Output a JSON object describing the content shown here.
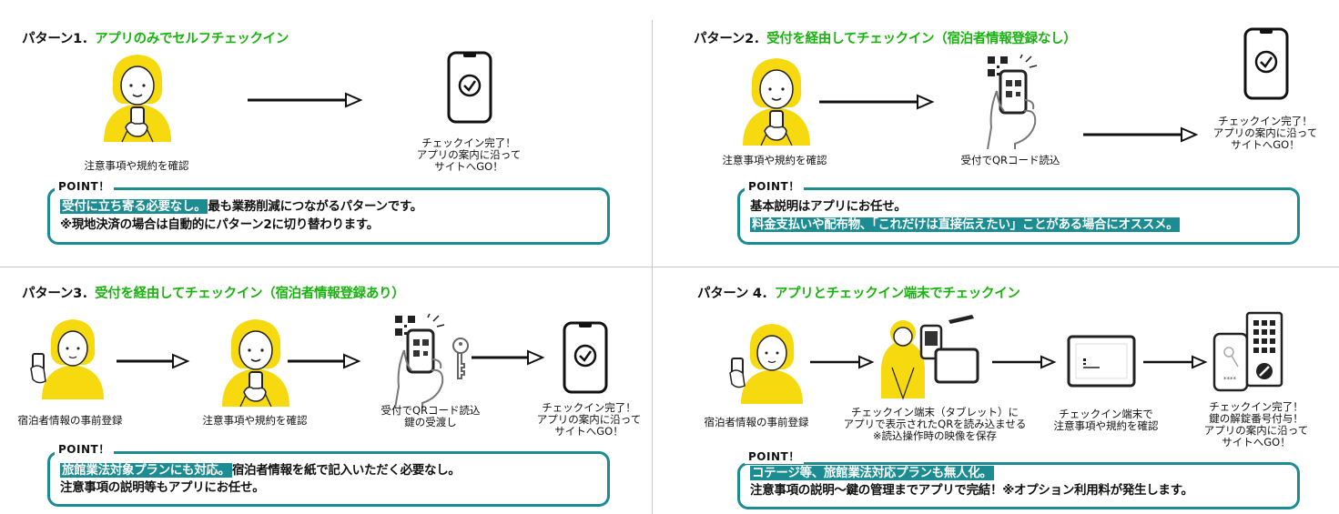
{
  "p1": {
    "num": "パターン1．",
    "title": "アプリのみでセルフチェックイン",
    "step1": "注意事項や規約を確認",
    "step2": "チェックイン完了！\nアプリの案内に沿って\nサイトへGO！",
    "point": "POINT！",
    "line1_hl": "受付に立ち寄る必要なし。",
    "line1_rest": "最も業務削減につながるパターンです。",
    "line2": "※現地決済の場合は自動的にパターン2に切り替わります。"
  },
  "p2": {
    "num": "パターン2．",
    "title": "受付を経由してチェックイン（宿泊者情報登録なし）",
    "step1": "注意事項や規約を確認",
    "step2": "受付でQRコード読込",
    "step3": "チェックイン完了！\nアプリの案内に沿って\nサイトへGO！",
    "point": "POINT！",
    "line1": "基本説明はアプリにお任せ。",
    "line2_hl": "料金支払いや配布物、「これだけは直接伝えたい」ことがある場合にオススメ。"
  },
  "p3": {
    "num": "パターン3．",
    "title": "受付を経由してチェックイン（宿泊者情報登録あり）",
    "step1": "宿泊者情報の事前登録",
    "step2": "注意事項や規約を確認",
    "step3": "受付でQRコード読込\n鍵の受渡し",
    "step4": "チェックイン完了！\nアプリの案内に沿って\nサイトへGO！",
    "point": "POINT！",
    "line1_hl": "旅館業法対象プランにも対応。",
    "line1_rest": "宿泊者情報を紙で記入いただく必要なし。",
    "line2": "注意事項の説明等もアプリにお任せ。"
  },
  "p4": {
    "num": "パターン 4．",
    "title": "アプリとチェックイン端末でチェックイン",
    "step1": "宿泊者情報の事前登録",
    "step2": "チェックイン端末（タブレット）に\nアプリで表示されたQRを読み込ませる\n※読込操作時の映像を保存",
    "step3": "チェックイン端末で\n注意事項や規約を確認",
    "step4": "チェックイン完了！\n鍵の解錠番号付与！\nアプリの案内に沿って\nサイトへGO！",
    "screen_pin": "****",
    "point": "POINT！",
    "line1_hl": "コテージ等、旅館業法対応プランも無人化。",
    "line2": "注意事項の説明〜鍵の管理までアプリで完結！※オプション利用料が発生します。"
  },
  "colors": {
    "accent_green": "#19b30f",
    "teal": "#1a8c92",
    "yellow": "#f7d90f"
  }
}
